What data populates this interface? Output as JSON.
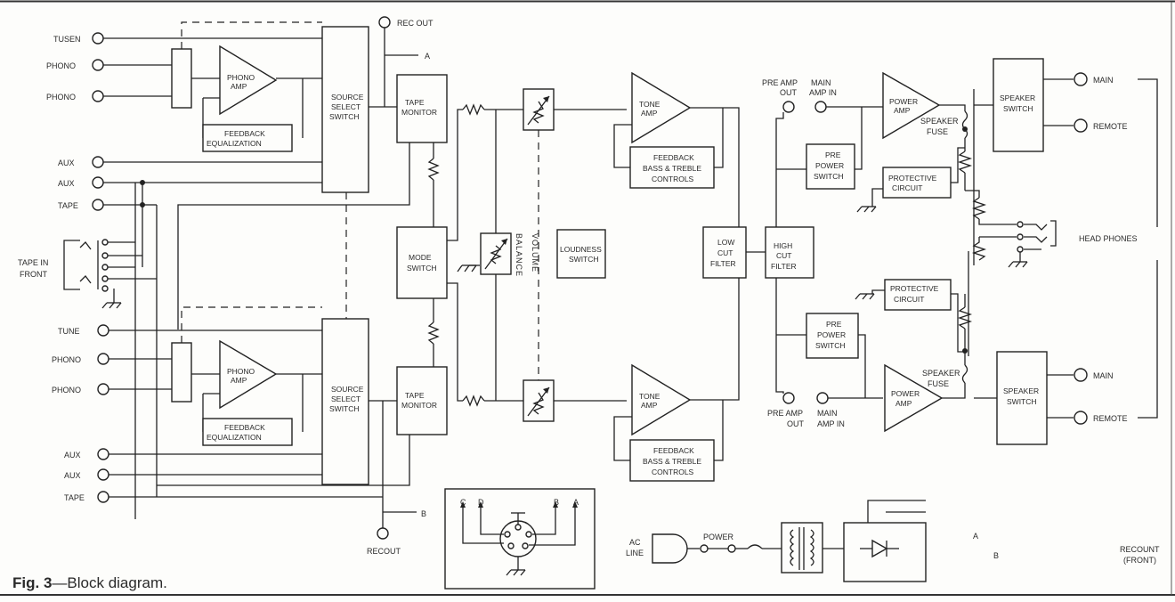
{
  "caption": {
    "fig": "Fig. 3",
    "dash": "—",
    "text": "Block diagram."
  },
  "inputs": {
    "top": [
      "TUSEN",
      "PHONO",
      "PHONO",
      "AUX",
      "AUX",
      "TAPE"
    ],
    "bottom": [
      "TUNE",
      "PHONO",
      "PHONO",
      "AUX",
      "AUX",
      "TAPE"
    ],
    "tape_in_front": [
      "TAPE IN",
      "FRONT"
    ]
  },
  "blocks": {
    "phono_amp_top": [
      "PHONO",
      "AMP"
    ],
    "phono_amp_bottom": [
      "PHONO",
      "AMP"
    ],
    "feedback_eq_top": [
      "FEEDBACK",
      "EQUALIZATION"
    ],
    "feedback_eq_bottom": [
      "FEEDBACK",
      "EQUALIZATION"
    ],
    "source_select_top": [
      "SOURCE",
      "SELECT",
      "SWITCH"
    ],
    "source_select_bottom": [
      "SOURCE",
      "SELECT",
      "SWITCH"
    ],
    "tape_monitor_top": [
      "TAPE",
      "MONITOR"
    ],
    "tape_monitor_bottom": [
      "TAPE",
      "MONITOR"
    ],
    "mode_switch": [
      "MODE",
      "SWITCH"
    ],
    "loudness_switch": [
      "LOUDNESS",
      "SWITCH"
    ],
    "tone_amp_top": [
      "TONE",
      "AMP"
    ],
    "tone_amp_bottom": [
      "TONE",
      "AMP"
    ],
    "feedback_bt_top": [
      "FEEDBACK",
      "BASS & TREBLE",
      "CONTROLS"
    ],
    "feedback_bt_bottom": [
      "FEEDBACK",
      "BASS & TREBLE",
      "CONTROLS"
    ],
    "low_cut": [
      "LOW",
      "CUT",
      "FILTER"
    ],
    "high_cut": [
      "HIGH",
      "CUT",
      "FILTER"
    ],
    "pre_power_top": [
      "PRE",
      "POWER",
      "SWITCH"
    ],
    "pre_power_bottom": [
      "PRE",
      "POWER",
      "SWITCH"
    ],
    "power_amp_top": [
      "POWER",
      "AMP"
    ],
    "power_amp_bottom": [
      "POWER",
      "AMP"
    ],
    "protective_top": [
      "PROTECTIVE",
      "CIRCUIT"
    ],
    "protective_bottom": [
      "PROTECTIVE",
      "CIRCUIT"
    ],
    "speaker_switch_top": [
      "SPEAKER",
      "SWITCH"
    ],
    "speaker_switch_bottom": [
      "SPEAKER",
      "SWITCH"
    ]
  },
  "labels": {
    "rec_out_top": "REC OUT",
    "rec_out_bottom": "RECOUT",
    "point_a": "A",
    "point_b": "B",
    "balance": "BALANCE",
    "volume": "VOLUME",
    "pre_amp_out_top": [
      "PRE AMP",
      "OUT"
    ],
    "main_amp_in_top": [
      "MAIN",
      "AMP IN"
    ],
    "pre_amp_out_bottom": [
      "PRE AMP",
      "OUT"
    ],
    "main_amp_in_bottom": [
      "MAIN",
      "AMP IN"
    ],
    "speaker_fuse_top": [
      "SPEAKER",
      "FUSE"
    ],
    "speaker_fuse_bottom": [
      "SPEAKER",
      "FUSE"
    ],
    "main_top": "MAIN",
    "remote_top": "REMOTE",
    "main_bottom": "MAIN",
    "remote_bottom": "REMOTE",
    "head_phones": "HEAD PHONES",
    "din_pins": [
      "C",
      "D",
      "B",
      "A"
    ],
    "ac_line": [
      "AC",
      "LINE"
    ],
    "power": "POWER",
    "legend_a": "A",
    "legend_b": "B",
    "recount_front": [
      "RECOUNT",
      "(FRONT)"
    ]
  }
}
